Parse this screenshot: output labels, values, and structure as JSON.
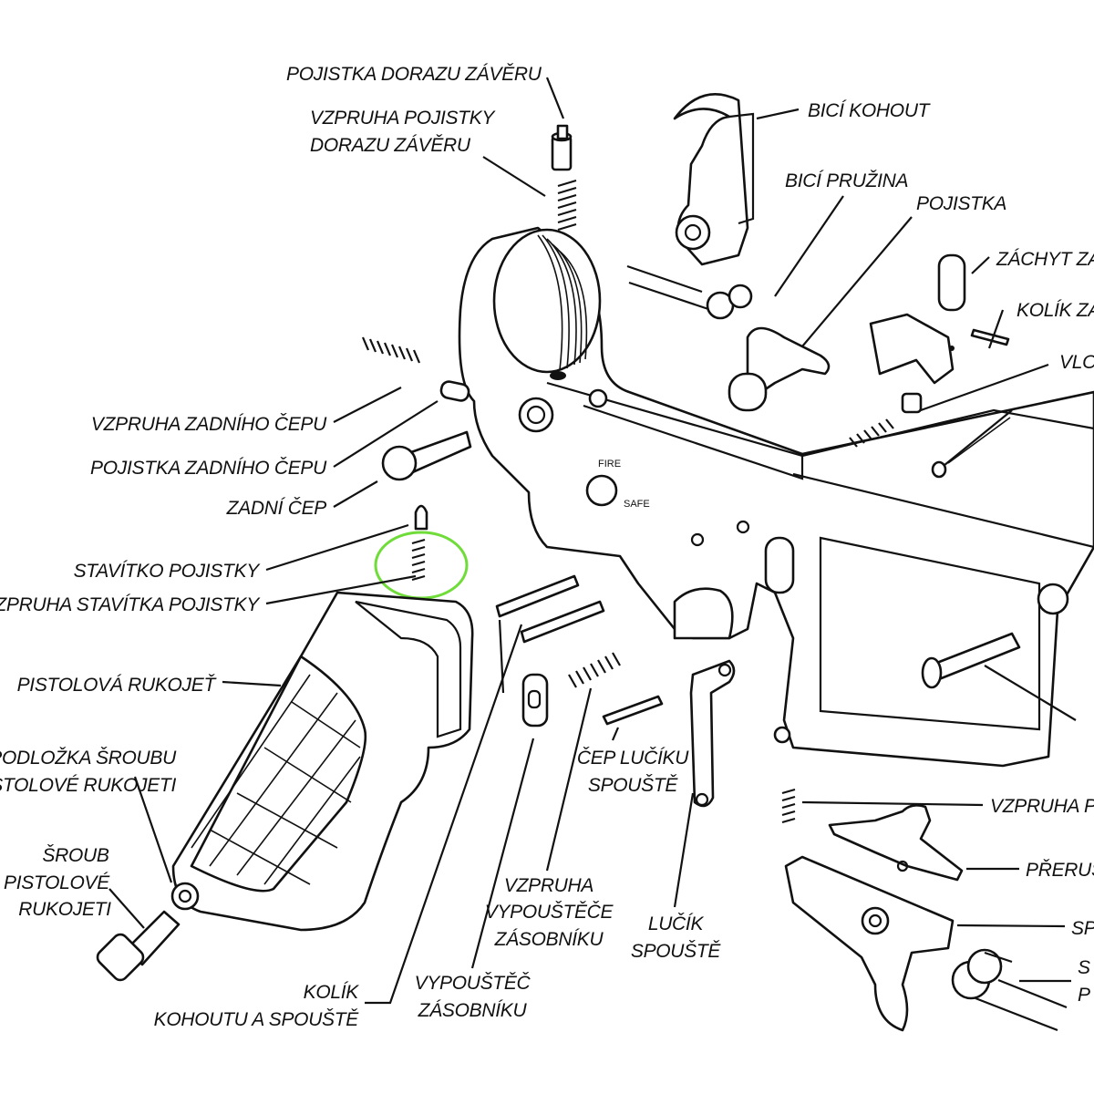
{
  "diagram": {
    "highlight_color": "#6fdc3a",
    "highlighted_part": "stavitko_spring",
    "receiver_markings": {
      "fire": "FIRE",
      "safe": "SAFE"
    },
    "labels": {
      "bolt_catch_plunger": "POJISTKA DORAZU ZÁVĚRU",
      "bolt_catch_spring_1": "VZPRUHA POJISTKY",
      "bolt_catch_spring_2": "DORAZU ZÁVĚRU",
      "hammer": "BICÍ KOHOUT",
      "hammer_spring": "BICÍ PRUŽINA",
      "safety": "POJISTKA",
      "catch": "ZÁCHYT ZA",
      "catch_pin": "KOLÍK ZA",
      "vlo": "VLO",
      "takedown_spring": "VZPRUHA ZADNÍHO ČEPU",
      "takedown_detent": "POJISTKA ZADNÍHO ČEPU",
      "takedown_pin": "ZADNÍ ČEP",
      "safety_detent": "STAVÍTKO POJISTKY",
      "safety_detent_spring": "ZPRUHA STAVÍTKA POJISTKY",
      "pistol_grip": "PISTOLOVÁ RUKOJEŤ",
      "grip_washer_1": "PODLOŽKA ŠROUBU",
      "grip_washer_2": "STOLOVÉ RUKOJETI",
      "grip_screw_1": "ŠROUB",
      "grip_screw_2": "PISTOLOVÉ",
      "grip_screw_3": "RUKOJETI",
      "hammer_trigger_pin_1": "KOLÍK",
      "hammer_trigger_pin_2": "KOHOUTU A SPOUŠTĚ",
      "mag_release_1": "VYPOUŠTĚČ",
      "mag_release_2": "ZÁSOBNÍKU",
      "mag_release_spring_1": "VZPRUHA",
      "mag_release_spring_2": "VYPOUŠTĚČE",
      "mag_release_spring_3": "ZÁSOBNÍKU",
      "trigger_guard_1": "LUČÍK",
      "trigger_guard_2": "SPOUŠTĚ",
      "trigger_guard_pin_1": "ČEP LUČÍKU",
      "trigger_guard_pin_2": "SPOUŠTĚ",
      "spring_p": "VZPRUHA P",
      "disconnector": "PŘERUS",
      "trigger": "SP",
      "trigger_spring_1": "S",
      "trigger_spring_2": "P"
    }
  }
}
